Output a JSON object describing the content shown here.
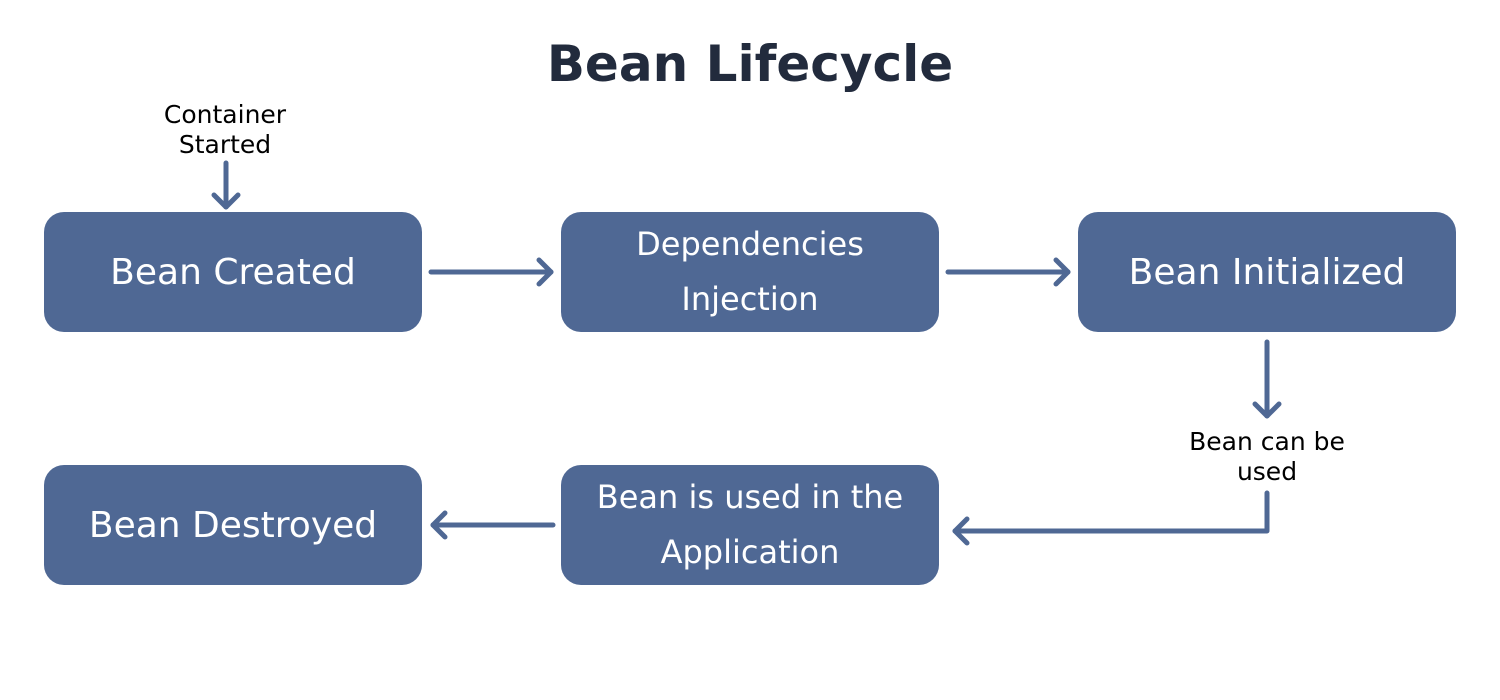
{
  "diagram": {
    "title": "Bean Lifecycle",
    "start_label": "Container\nStarted",
    "edge_label": "Bean can be\nused",
    "nodes": {
      "created": "Bean Created",
      "dependencies": "Dependencies\nInjection",
      "initialized": "Bean Initialized",
      "used": "Bean is used in the\nApplication",
      "destroyed": "Bean Destroyed"
    }
  },
  "colors": {
    "node_fill": "#4f6894",
    "arrow": "#4f6894",
    "title": "#222b3d",
    "label": "#000000",
    "background": "#ffffff"
  }
}
